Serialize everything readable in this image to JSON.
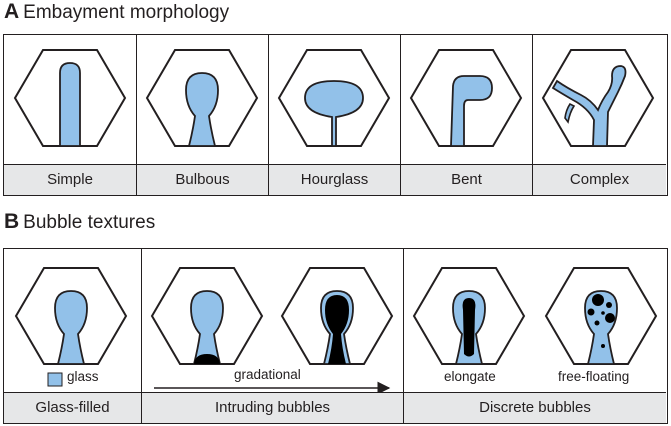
{
  "section_a": {
    "letter": "A",
    "title": "Embayment morphology",
    "cells": [
      {
        "name": "simple",
        "label": "Simple"
      },
      {
        "name": "bulbous",
        "label": "Bulbous"
      },
      {
        "name": "hourglass",
        "label": "Hourglass"
      },
      {
        "name": "bent",
        "label": "Bent"
      },
      {
        "name": "complex",
        "label": "Complex"
      }
    ]
  },
  "section_b": {
    "letter": "B",
    "title": "Bubble textures",
    "groups": [
      {
        "name": "glass-filled",
        "label": "Glass-filled"
      },
      {
        "name": "intruding-bubbles",
        "label": "Intruding bubbles"
      },
      {
        "name": "discrete-bubbles",
        "label": "Discrete bubbles"
      }
    ],
    "legend_glass": "glass",
    "arrow_label": "gradational",
    "elongate_label": "elongate",
    "free_floating_label": "free-floating"
  },
  "colors": {
    "glass": "#92c1e9",
    "bubble": "#000000",
    "outline": "#231f20",
    "caption_bg": "#e6e7e8"
  }
}
